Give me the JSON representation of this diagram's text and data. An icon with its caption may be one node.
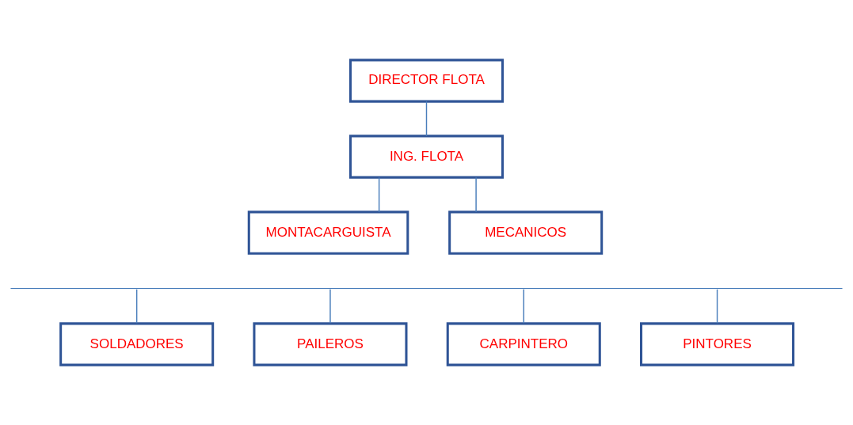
{
  "diagram": {
    "nodes": [
      {
        "text": [
          "DIRECTOR FLOTA"
        ]
      },
      {
        "text": [
          "ING. FLOTA"
        ]
      },
      {
        "text": [
          "MONTACARGUISTA"
        ]
      },
      {
        "text": [
          "MECANICOS"
        ]
      },
      {
        "text": [],
        "shape": "bar"
      },
      {
        "text": [
          "SOLDADORES"
        ]
      },
      {
        "text": [
          "PAILEROS"
        ]
      },
      {
        "text": [
          "CARPINTERO"
        ]
      },
      {
        "text": [
          "PINTORES"
        ]
      }
    ],
    "edges": [
      {
        "from": 0,
        "to": 1,
        "arrow": "none"
      },
      {
        "from": 1,
        "to": 2,
        "arrow": "none"
      },
      {
        "from": 1,
        "to": 3,
        "arrow": "none"
      },
      {
        "from": 4,
        "to": 5,
        "arrow": "none"
      },
      {
        "from": 4,
        "to": 6,
        "arrow": "none"
      },
      {
        "from": 4,
        "to": 7,
        "arrow": "none"
      },
      {
        "from": 4,
        "to": 8,
        "arrow": "none"
      }
    ]
  }
}
